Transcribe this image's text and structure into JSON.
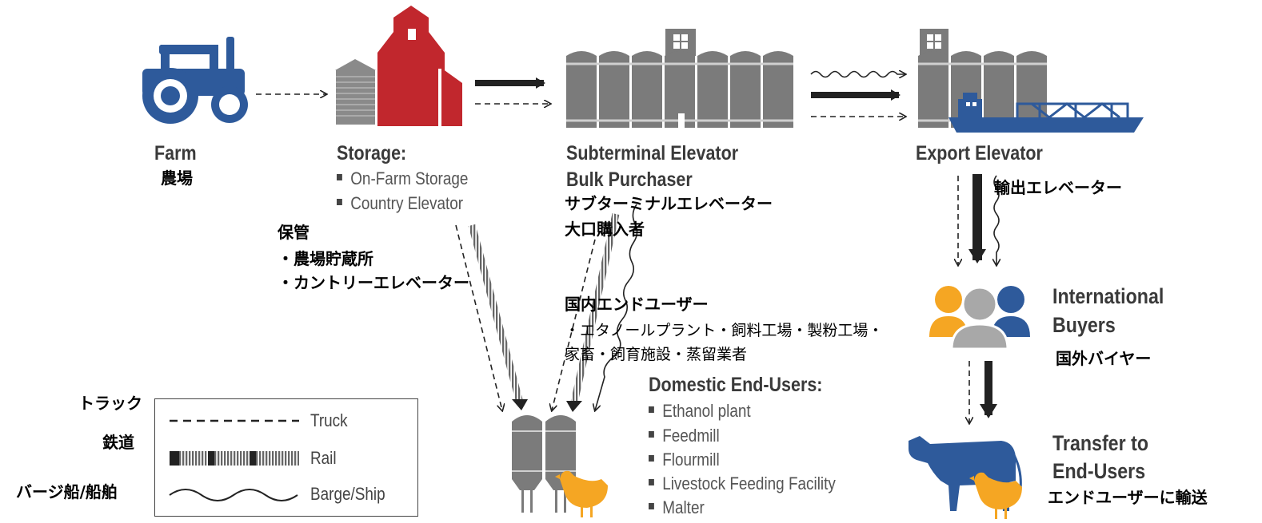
{
  "nodes": {
    "farm": {
      "label_en": "Farm",
      "label_jp": "農場"
    },
    "storage": {
      "label_en": "Storage:",
      "items_en": [
        "On-Farm Storage",
        "Country Elevator"
      ],
      "label_jp": "保管",
      "items_jp": [
        "・農場貯蔵所",
        "・カントリーエレベーター"
      ]
    },
    "subterminal": {
      "label_en_1": "Subterminal Elevator",
      "label_en_2": "Bulk Purchaser",
      "label_jp_1": "サブターミナルエレベーター",
      "label_jp_2": "大口購入者"
    },
    "export": {
      "label_en": "Export Elevator",
      "label_jp": "輸出エレベーター"
    },
    "international": {
      "label_en_1": "International",
      "label_en_2": "Buyers",
      "label_jp": "国外バイヤー"
    },
    "domestic": {
      "label_en": "Domestic End-Users:",
      "items_en": [
        "Ethanol plant",
        "Feedmill",
        "Flourmill",
        "Livestock Feeding Facility",
        "Malter"
      ],
      "label_jp": "国内エンドユーザー",
      "items_jp_1": "・エタノールプラント・飼料工場・製粉工場・",
      "items_jp_2": "家畜・飼育施設・蒸留業者"
    },
    "transfer": {
      "label_en_1": "Transfer to",
      "label_en_2": "End-Users",
      "label_jp": "エンドユーザーに輸送"
    }
  },
  "legend": {
    "truck": {
      "label_en": "Truck",
      "label_jp": "トラック"
    },
    "rail": {
      "label_en": "Rail",
      "label_jp": "鉄道"
    },
    "barge": {
      "label_en": "Barge/Ship",
      "label_jp": "バージ船/船舶"
    }
  },
  "colors": {
    "blue": "#2e5a9b",
    "red": "#c1272d",
    "gray": "#7b7b7b",
    "light_gray": "#a8a8a8",
    "orange": "#f5a623",
    "dark": "#222222"
  },
  "icons": [
    "tractor-icon",
    "barn-icon",
    "grain-bin-icon",
    "subterminal-elevator-icon",
    "export-elevator-icon",
    "ship-icon",
    "people-icon",
    "silo-icon",
    "chicken-icon",
    "cow-icon"
  ]
}
